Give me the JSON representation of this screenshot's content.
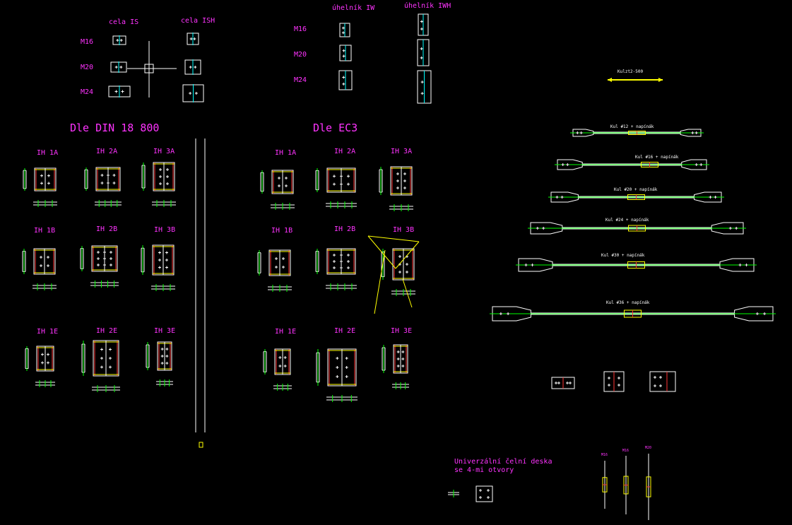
{
  "header": {
    "cela_is": "cela IS",
    "cela_ish": "cela ISH",
    "uhelnik_iw": "úhelník IW",
    "uhelnik_iwh": "úhelník IWH"
  },
  "bolts": [
    "M16",
    "M20",
    "M24"
  ],
  "sections": {
    "din": "Dle DIN 18 800",
    "ec3": "Dle EC3"
  },
  "joints": {
    "row1": [
      "IH 1A",
      "IH 2A",
      "IH 3A"
    ],
    "row2": [
      "IH 1B",
      "IH 2B",
      "IH 3B"
    ],
    "row3": [
      "IH 1E",
      "IH 2E",
      "IH 3E"
    ]
  },
  "rods": {
    "top_label": "Kulzt2-500",
    "labels": [
      "Kul #12 + napínák",
      "Kul #16 + napínák",
      "Kul #20 + napínák",
      "Kul #24 + napínák",
      "Kul #30 + napínák",
      "Kul #36 + napínák"
    ]
  },
  "plate_note": {
    "line1": "Univerzální čelní deska",
    "line2": "se 4-mi otvory"
  },
  "small_bolts": [
    "M16",
    "M16",
    "M20"
  ],
  "colors": {
    "background": "#000000",
    "label": "#ff33ff",
    "line": "#ffffff",
    "highlight": "#ffff00",
    "green": "#00ff00",
    "red": "#ff3333",
    "cyan": "#00ffff"
  }
}
